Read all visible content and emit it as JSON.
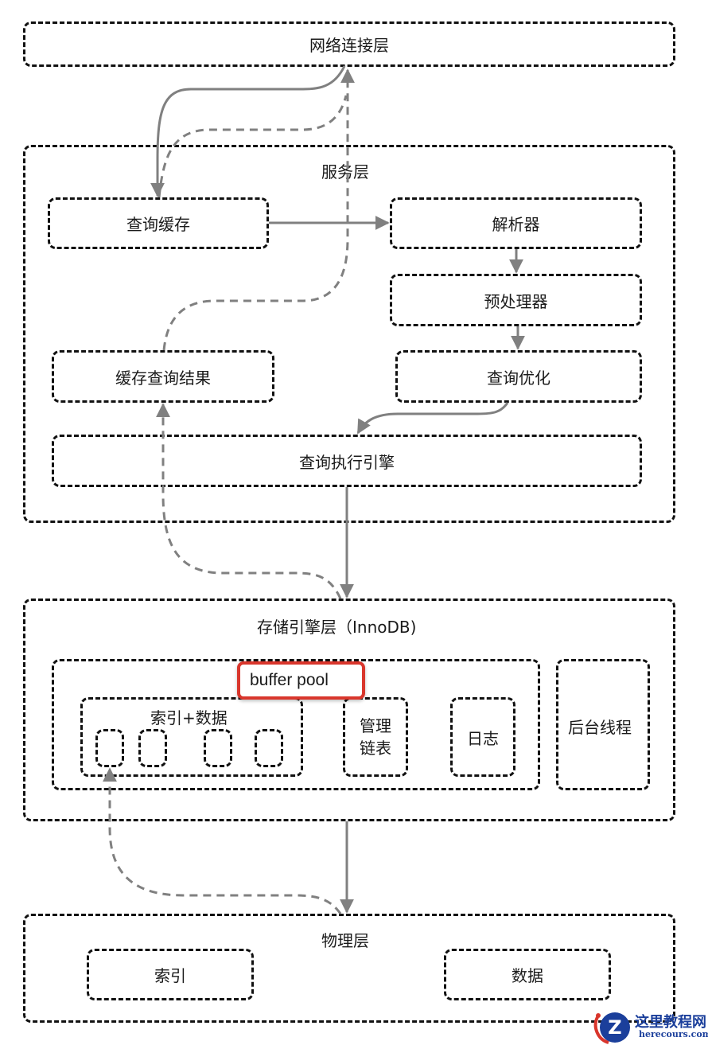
{
  "layers": {
    "network": {
      "label": "网络连接层"
    },
    "service": {
      "label": "服务层",
      "query_cache": "查询缓存",
      "parser": "解析器",
      "preprocessor": "预处理器",
      "optimizer": "查询优化",
      "cache_result": "缓存查询结果",
      "executor": "查询执行引擎"
    },
    "storage": {
      "label": "存储引擎层（InnoDB)",
      "buffer_pool": "buffer pool",
      "index_data": "索引+数据",
      "page_slots": 4,
      "linked_list": "管理\n链表",
      "linked_list_line1": "管理",
      "linked_list_line2": "链表",
      "log": "日志",
      "background_threads": "后台线程"
    },
    "physical": {
      "label": "物理层",
      "index": "索引",
      "data": "数据"
    }
  },
  "colors": {
    "border": "#111111",
    "arrow": "#808080",
    "highlight": "#d9362c",
    "watermark": "#1b3f9b"
  },
  "watermark": {
    "title": "这里教程网",
    "subtitle": "herecours.com"
  }
}
